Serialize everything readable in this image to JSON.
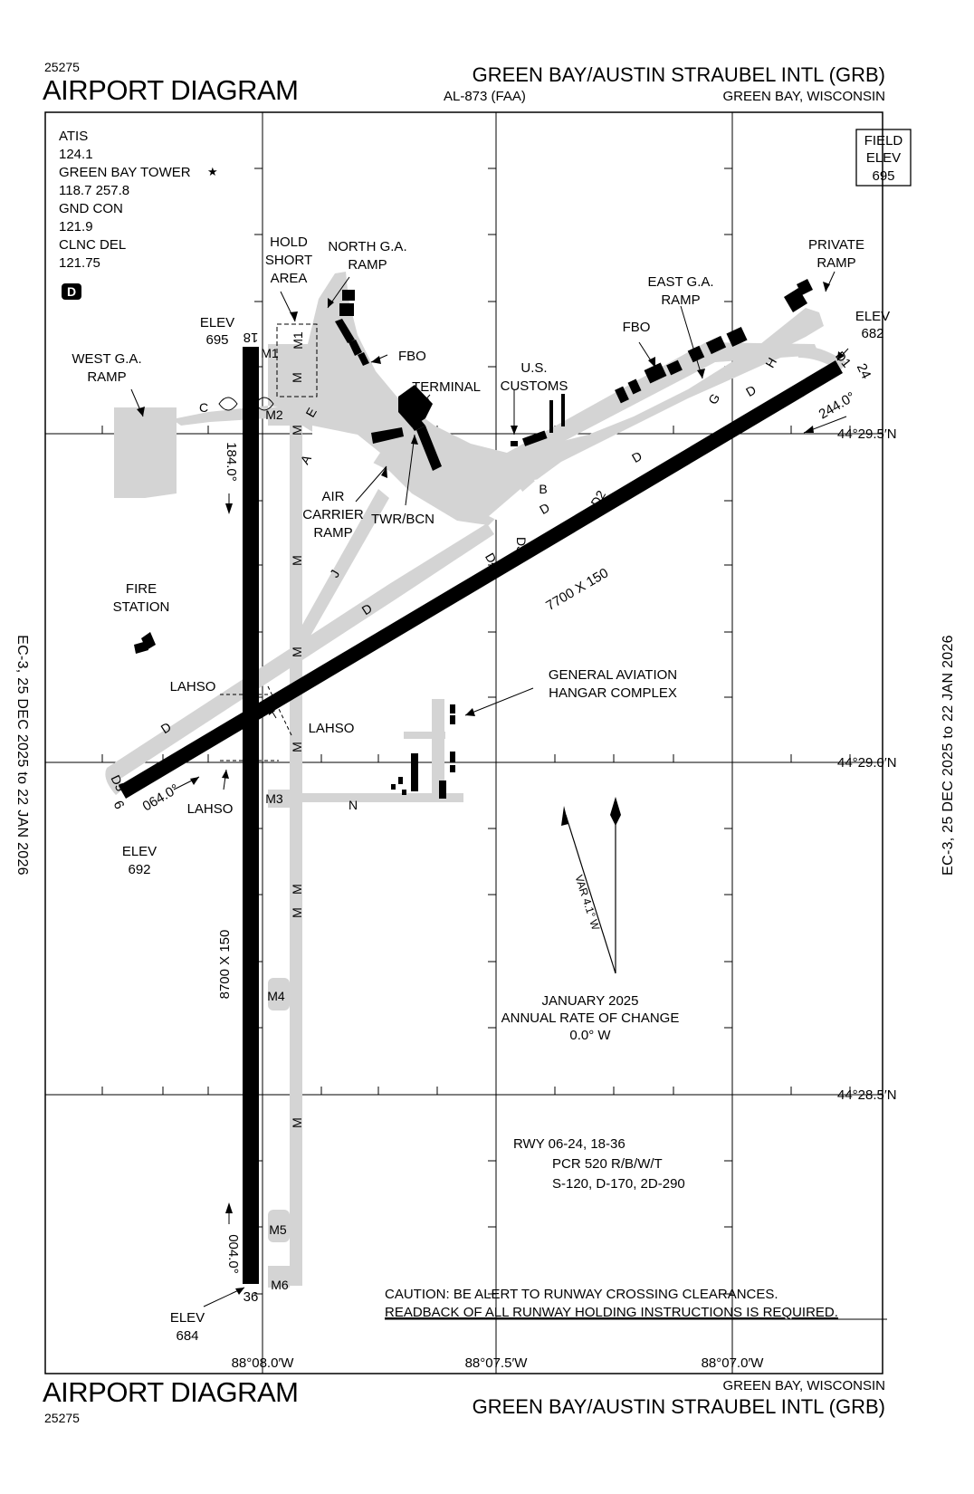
{
  "header": {
    "chart_number": "25275",
    "title": "AIRPORT DIAGRAM",
    "airport_name": "GREEN BAY/AUSTIN STRAUBEL INTL (GRB)",
    "procedure_id": "AL-873 (FAA)",
    "city": "GREEN BAY, WISCONSIN"
  },
  "footer": {
    "title": "AIRPORT DIAGRAM",
    "chart_number": "25275",
    "city": "GREEN BAY, WISCONSIN",
    "airport_name": "GREEN BAY/AUSTIN STRAUBEL INTL (GRB)"
  },
  "side_labels": {
    "left": "EC-3, 25 DEC 2025 to 22 JAN 2026",
    "right": "EC-3, 25 DEC 2025 to 22 JAN 2026"
  },
  "frequencies": {
    "atis_label": "ATIS",
    "atis_freq": "124.1",
    "tower_label": "GREEN BAY TOWER",
    "tower_star": "★",
    "tower_freq": "118.7 257.8",
    "gnd_label": "GND CON",
    "gnd_freq": "121.9",
    "clnc_label": "CLNC DEL",
    "clnc_freq": "121.75",
    "d_badge": "D"
  },
  "field_elev": {
    "line1": "FIELD",
    "line2": "ELEV",
    "value": "695"
  },
  "coordinates": {
    "lat1": "44°29.5′N",
    "lat2": "44°29.0′N",
    "lat3": "44°28.5′N",
    "lon1": "88°08.0′W",
    "lon2": "88°07.5′W",
    "lon3": "88°07.0′W"
  },
  "runways": {
    "rwy18_36": {
      "end_north": "18",
      "end_south": "36",
      "dims": "8700 X 150",
      "hdg_north": "184.0°",
      "hdg_south": "004.0°"
    },
    "rwy06_24": {
      "end_sw": "6",
      "end_ne": "24",
      "dims": "7700 X 150",
      "hdg_sw": "064.0°",
      "hdg_ne": "244.0°"
    }
  },
  "elevations": {
    "elev_word": "ELEV",
    "rwy18": "695",
    "rwy36": "684",
    "rwy6": "692",
    "rwy24": "682"
  },
  "taxiway_labels": [
    "M1",
    "M1",
    "M2",
    "M3",
    "M4",
    "M5",
    "M6",
    "M",
    "M",
    "M",
    "M",
    "M",
    "M",
    "M",
    "M",
    "C",
    "E",
    "A",
    "J",
    "D",
    "D",
    "D",
    "D",
    "D",
    "B",
    "D2",
    "D3",
    "D4",
    "D5",
    "D1",
    "G",
    "H",
    "N"
  ],
  "facility_labels": {
    "hold_short_area": [
      "HOLD",
      "SHORT",
      "AREA"
    ],
    "north_ga_ramp": [
      "NORTH G.A.",
      "RAMP"
    ],
    "west_ga_ramp": [
      "WEST G.A.",
      "RAMP"
    ],
    "fbo_north": "FBO",
    "terminal": "TERMINAL",
    "us_customs": [
      "U.S.",
      "CUSTOMS"
    ],
    "east_ga_ramp": [
      "EAST G.A.",
      "RAMP"
    ],
    "fbo_east": "FBO",
    "private_ramp": [
      "PRIVATE",
      "RAMP"
    ],
    "fire_station": [
      "FIRE",
      "STATION"
    ],
    "air_carrier_ramp": [
      "AIR",
      "CARRIER",
      "RAMP"
    ],
    "twr_bcn": "TWR/BCN",
    "ga_hangar_complex": [
      "GENERAL AVIATION",
      "HANGAR COMPLEX"
    ],
    "lahso": "LAHSO"
  },
  "magnetic_variation": {
    "var_label": "VAR 4.1° W",
    "rate_date": "JANUARY 2025",
    "rate_label": "ANNUAL RATE OF CHANGE",
    "rate_value": "0.0° W"
  },
  "runway_info": {
    "line1": "RWY 06-24, 18-36",
    "line2": "PCR 520 R/B/W/T",
    "line3": "S-120, D-170, 2D-290"
  },
  "caution": {
    "line1": "CAUTION: BE ALERT TO RUNWAY CROSSING CLEARANCES.",
    "line2": "READBACK OF ALL RUNWAY HOLDING INSTRUCTIONS IS REQUIRED."
  },
  "colors": {
    "pavement": "#d4d4d4",
    "runway": "#000000",
    "grid": "#000000"
  }
}
